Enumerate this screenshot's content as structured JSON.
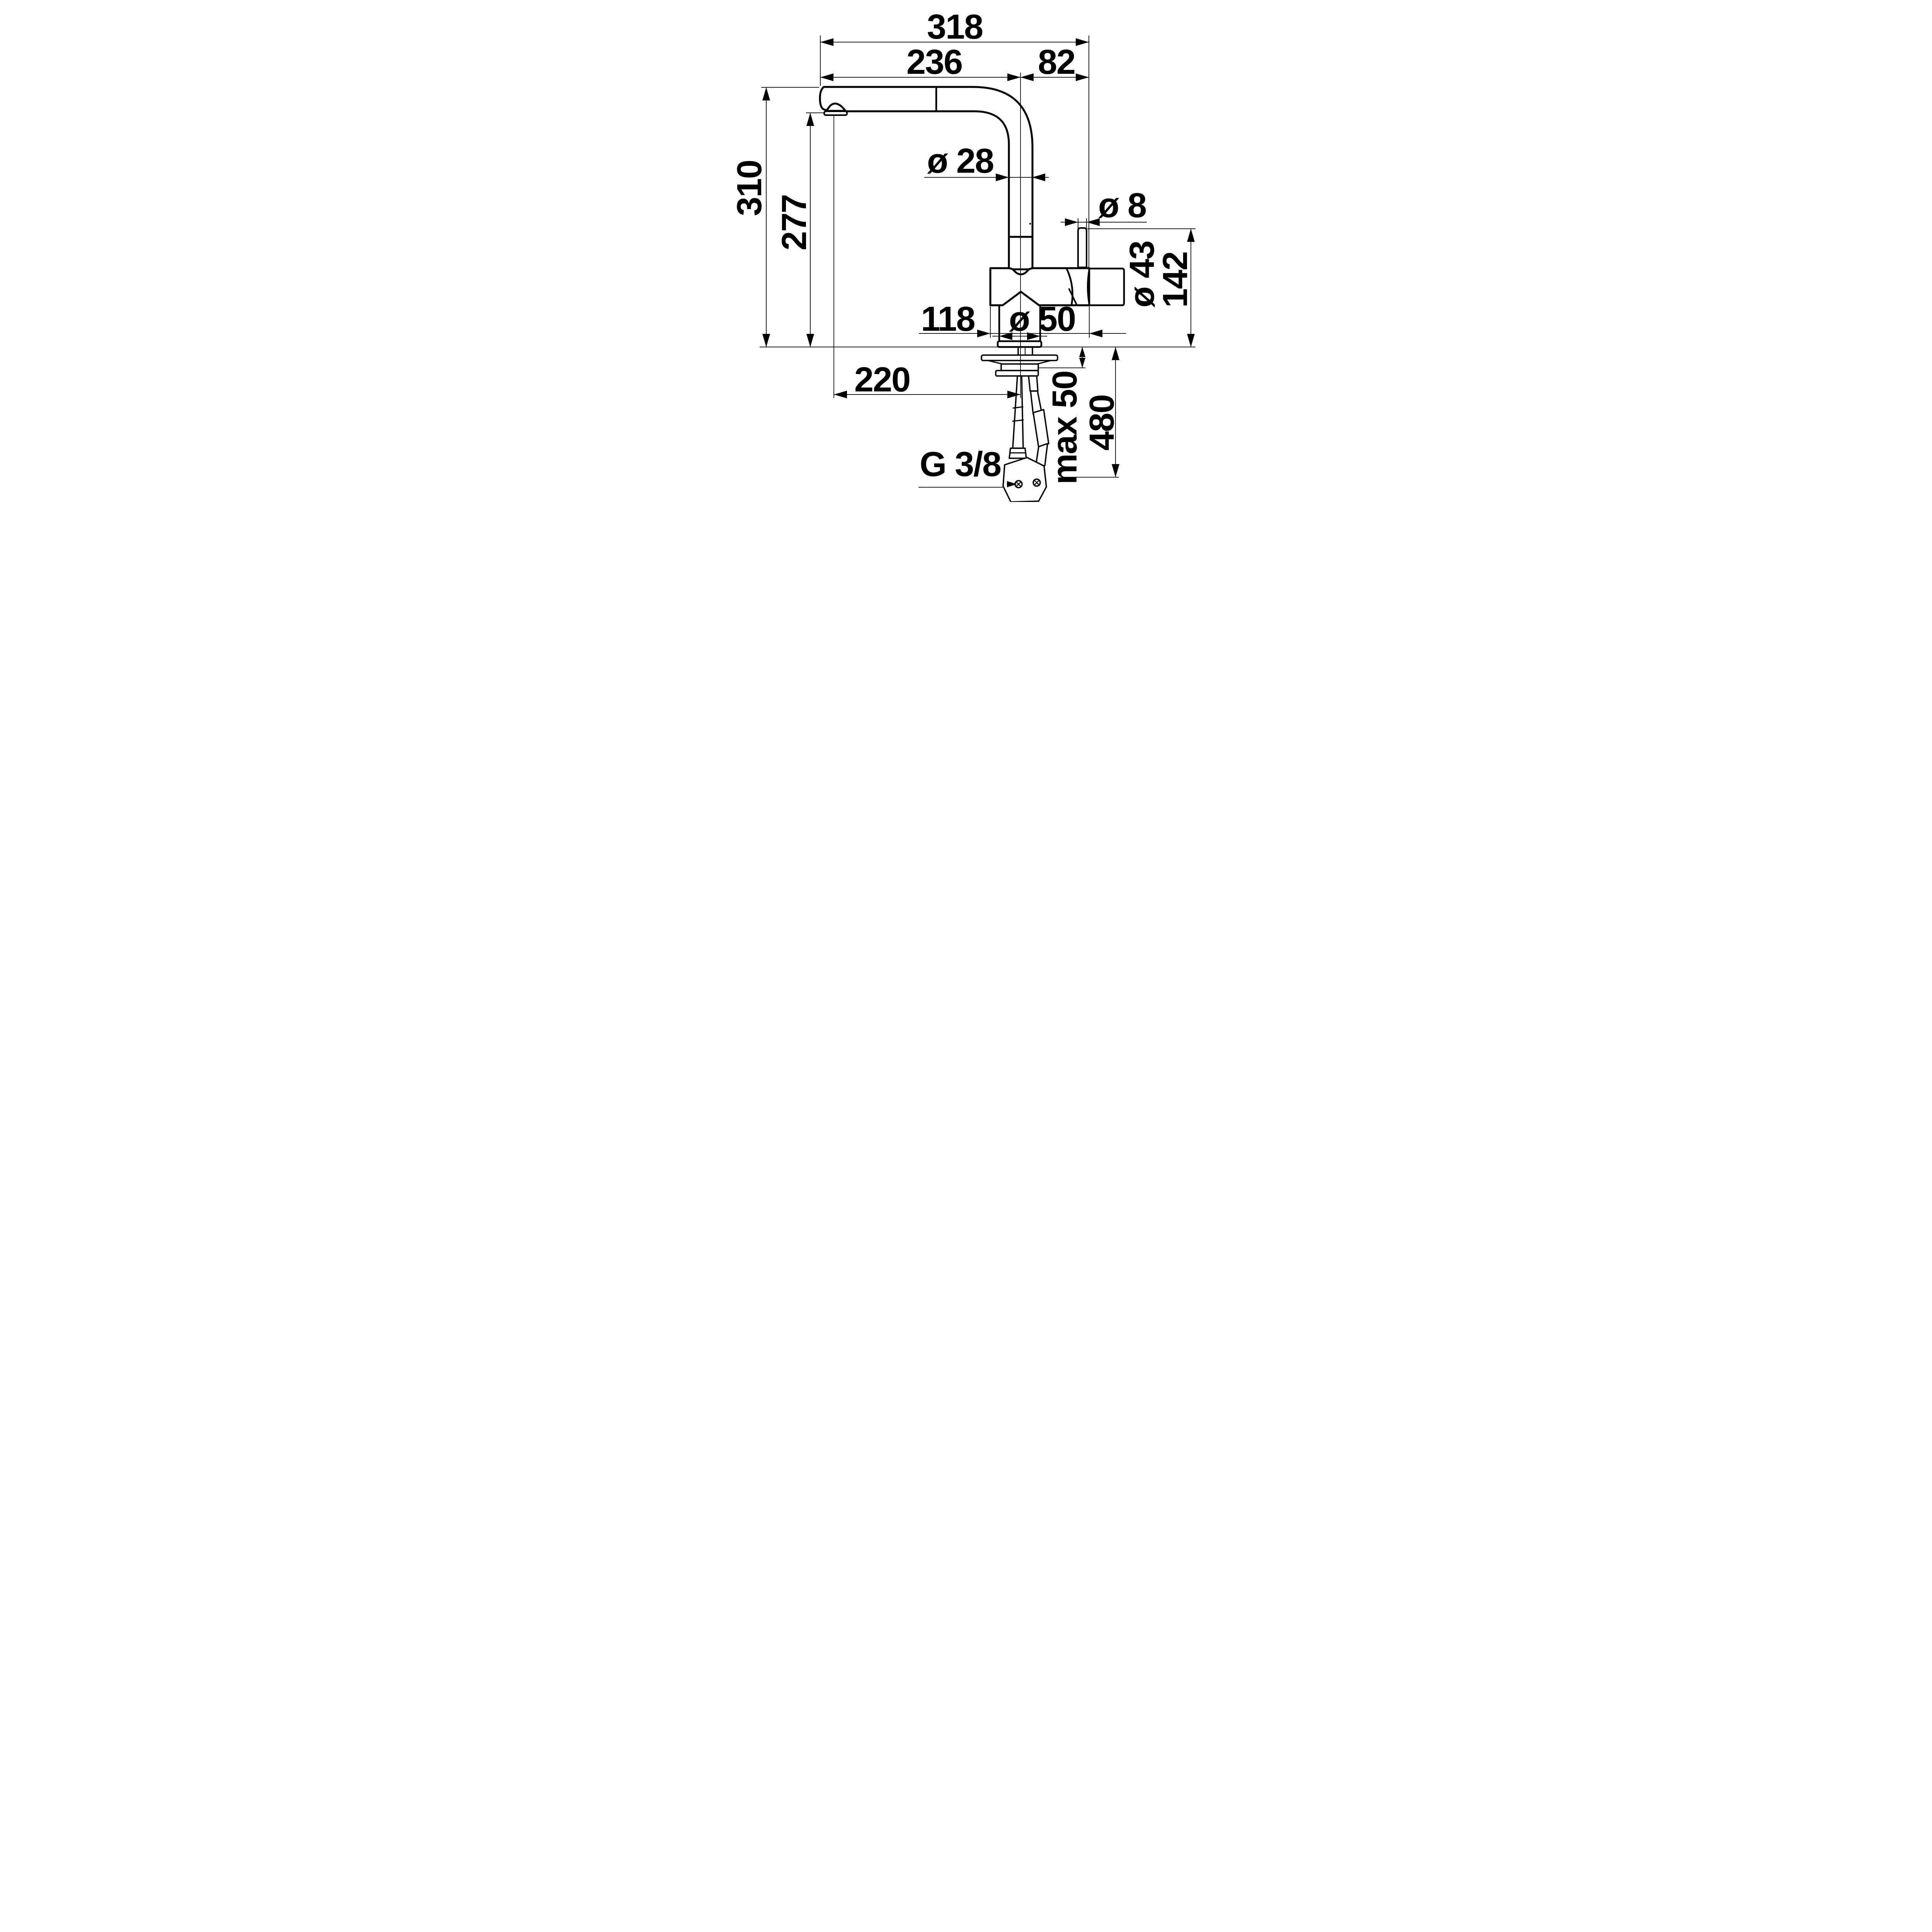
{
  "drawing": {
    "type": "technical-dimension-drawing",
    "subject": "kitchen-faucet-pull-out-spray-side-view",
    "background_color": "#ffffff",
    "line_color": "#000000",
    "units": "mm",
    "dimensions": {
      "total_width": "318",
      "spout_reach": "236",
      "rear_offset": "82",
      "height_to_spout_top": "310",
      "height_to_outlet": "277",
      "spout_pipe_diameter": "ø 28",
      "lever_diameter": "ø 8",
      "body_diameter": "ø 43",
      "lever_height_above_deck": "142",
      "body_length": "118",
      "base_diameter": "ø 50",
      "outlet_projection": "220",
      "max_deck_thickness": "max 50",
      "hose_length_below_deck": "480",
      "supply_thread": "G 3/8"
    }
  }
}
